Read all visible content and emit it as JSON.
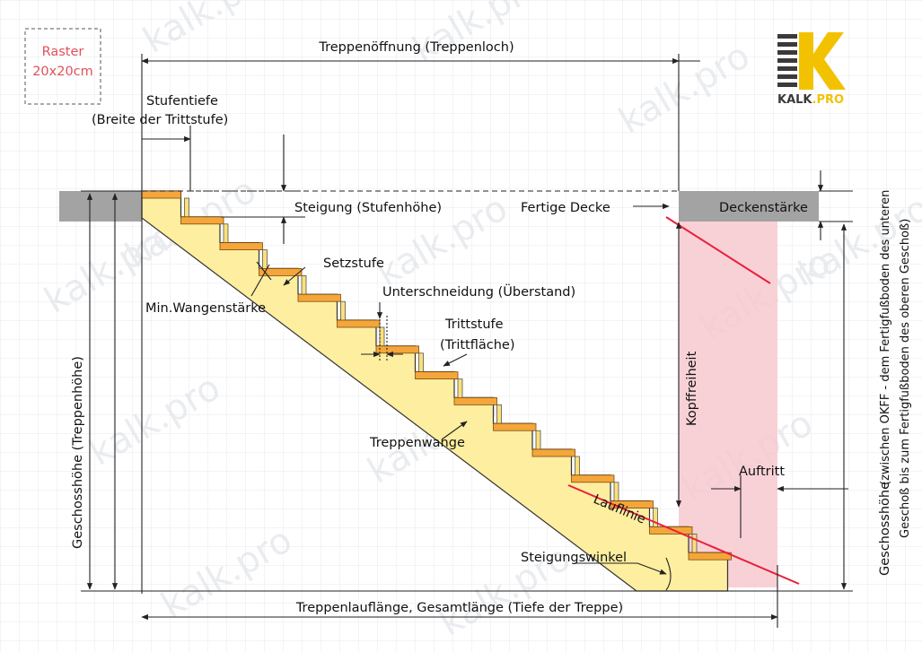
{
  "raster": {
    "line1": "Raster",
    "line2": "20x20cm"
  },
  "logo": {
    "brand": "KALK",
    "dot": ".",
    "tld": "PRO"
  },
  "watermark": "kalk.pro",
  "labels": {
    "opening": "Treppenöffnung (Treppenloch)",
    "tread_depth_1": "Stufentiefe",
    "tread_depth_2": "(Breite der Trittstufe)",
    "rise": "Steigung (Stufenhöhe)",
    "finished_floor": "Fertige Decke",
    "slab": "Deckenstärke",
    "riser": "Setzstufe",
    "undercut": "Unterschneidung (Überstand)",
    "stringer_min": "Min.Wangenstärke",
    "tread_1": "Trittstufe",
    "tread_2": "(Trittfläche)",
    "headroom": "Kopffreiheit",
    "walkline": "Lauflinie",
    "stringer": "Treppenwange",
    "going": "Auftritt",
    "angle": "Steigungswinkel",
    "run_length": "Treppenlauflänge, Gesamtlänge (Tiefe der Treppe)",
    "stair_height": "Geschosshöhe (Treppenhöhe)",
    "storey_height": "Geschosshöhe",
    "storey_note_1": "(zwischen OKFF - dem Fertigfußboden des unteren",
    "storey_note_2": "Geschoß  bis zum Fertigfußboden des oberen Geschoß)"
  },
  "colors": {
    "stringer": "#fdeea0",
    "tread": "#f5a63a",
    "slab": "#a3a3a3",
    "headroom_zone": "#f7c9cf",
    "walkline": "#e8203a",
    "raster_text": "#e0505a",
    "logo_yellow": "#f2c200",
    "logo_dark": "#3a3a3a"
  }
}
